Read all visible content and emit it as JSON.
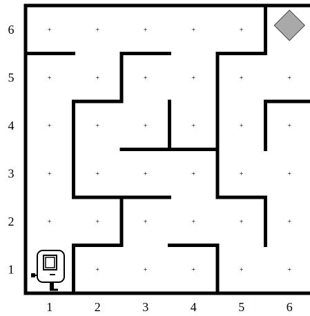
{
  "maze": {
    "columns": 6,
    "rows": 6,
    "column_labels": [
      "1",
      "2",
      "3",
      "4",
      "5",
      "6"
    ],
    "row_labels": [
      "1",
      "2",
      "3",
      "4",
      "5",
      "6"
    ],
    "cell_marker": "+",
    "wall_color": "#000000",
    "walls": [
      [
        [
          1,
          7
        ],
        [
          7,
          7
        ]
      ],
      [
        [
          1,
          1
        ],
        [
          7,
          1
        ]
      ],
      [
        [
          1,
          1
        ],
        [
          1,
          7
        ]
      ],
      [
        [
          2,
          1
        ],
        [
          2,
          2
        ]
      ],
      [
        [
          2,
          2
        ],
        [
          3,
          2
        ]
      ],
      [
        [
          4,
          2
        ],
        [
          5,
          2
        ]
      ],
      [
        [
          5,
          1
        ],
        [
          5,
          2
        ]
      ],
      [
        [
          6,
          2
        ],
        [
          6,
          3
        ]
      ],
      [
        [
          3,
          2
        ],
        [
          3,
          3
        ]
      ],
      [
        [
          2,
          3
        ],
        [
          4,
          3
        ]
      ],
      [
        [
          2,
          3
        ],
        [
          2,
          5
        ]
      ],
      [
        [
          2,
          5
        ],
        [
          3,
          5
        ]
      ],
      [
        [
          3,
          4
        ],
        [
          5,
          4
        ]
      ],
      [
        [
          4,
          4
        ],
        [
          4,
          5
        ]
      ],
      [
        [
          5,
          3
        ],
        [
          6,
          3
        ]
      ],
      [
        [
          5,
          3
        ],
        [
          5,
          6
        ]
      ],
      [
        [
          6,
          4
        ],
        [
          6,
          5
        ]
      ],
      [
        [
          6,
          5
        ],
        [
          7,
          5
        ]
      ],
      [
        [
          3,
          5
        ],
        [
          3,
          6
        ]
      ],
      [
        [
          3,
          6
        ],
        [
          4,
          6
        ]
      ],
      [
        [
          1,
          6
        ],
        [
          2,
          6
        ]
      ],
      [
        [
          5,
          6
        ],
        [
          6,
          6
        ]
      ],
      [
        [
          6,
          6
        ],
        [
          6,
          7
        ]
      ]
    ],
    "goal": {
      "col": 6,
      "row": 6,
      "icon": "diamond-goal-icon",
      "fill": "#a9a9a9"
    },
    "robot": {
      "col": 1,
      "row": 1,
      "icon": "robot-icon"
    }
  }
}
